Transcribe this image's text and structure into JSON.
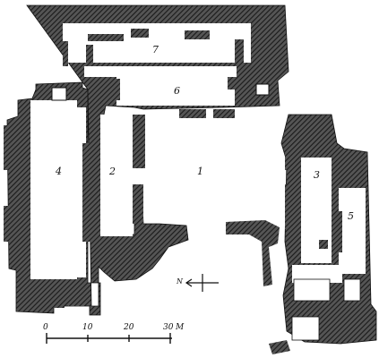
{
  "plan": {
    "colors": {
      "wall": "#2e2e2e",
      "ink": "#111111",
      "paper": "#ffffff"
    },
    "rooms": [
      {
        "id": "room-1",
        "label": "1"
      },
      {
        "id": "room-2",
        "label": "2"
      },
      {
        "id": "room-3",
        "label": "3"
      },
      {
        "id": "room-4",
        "label": "4"
      },
      {
        "id": "room-5",
        "label": "5"
      },
      {
        "id": "room-6",
        "label": "6"
      },
      {
        "id": "room-7",
        "label": "7"
      }
    ],
    "north_arrow": {
      "letter": "N",
      "icon": "north-arrow-icon"
    },
    "scale_bar": {
      "ticks": [
        "0",
        "10",
        "20",
        "30"
      ],
      "unit": "M",
      "icon": "scale-bar"
    }
  }
}
